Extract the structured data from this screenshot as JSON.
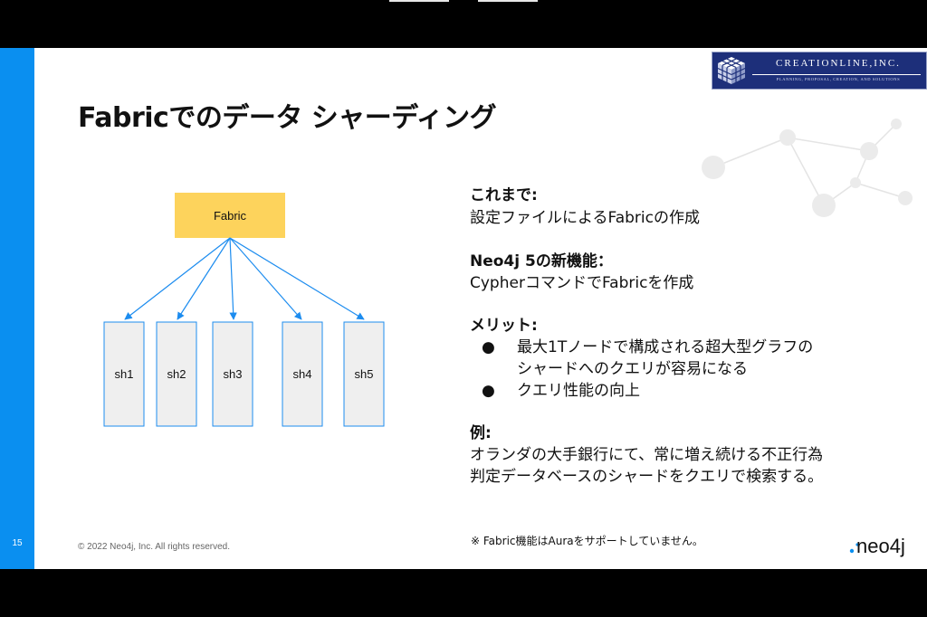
{
  "slide": {
    "number": "15",
    "title": "Fabricでのデータ シャーディング",
    "copyright": "© 2022 Neo4j, Inc. All rights reserved.",
    "brand_logo": "neo4j",
    "partner_logo": {
      "name": "CREATIONLINE,INC.",
      "tagline": "PLANNING, PROPOSAL, CREATION, AND SOLUTIONS"
    }
  },
  "diagram": {
    "root": "Fabric",
    "shards": [
      "sh1",
      "sh2",
      "sh3",
      "sh4",
      "sh5"
    ]
  },
  "content": {
    "before_heading": "これまで:",
    "before_text": "設定ファイルによるFabricの作成",
    "new_heading": "Neo4j 5の新機能：",
    "new_text": "CypherコマンドでFabricを作成",
    "merit_heading": "メリット:",
    "merits": [
      {
        "line1": "最大1Tノードで構成される超大型グラフの",
        "line2": "シャードへのクエリが容易になる"
      },
      {
        "line1": "クエリ性能の向上",
        "line2": ""
      }
    ],
    "example_heading": "例:",
    "example_line1": "オランダの大手銀行にて、常に増え続ける不正行為",
    "example_line2": "判定データベースのシャードをクエリで検索する。",
    "footnote": "※ Fabric機能はAuraをサポートしていません。"
  },
  "colors": {
    "accent_strip": "#0a8ff0",
    "fabric_box": "#fdd35c",
    "shard_fill": "#efefef",
    "shard_border": "#1c8cef",
    "arrow": "#1c8cef",
    "logo_bg": "#1d2f7a"
  }
}
